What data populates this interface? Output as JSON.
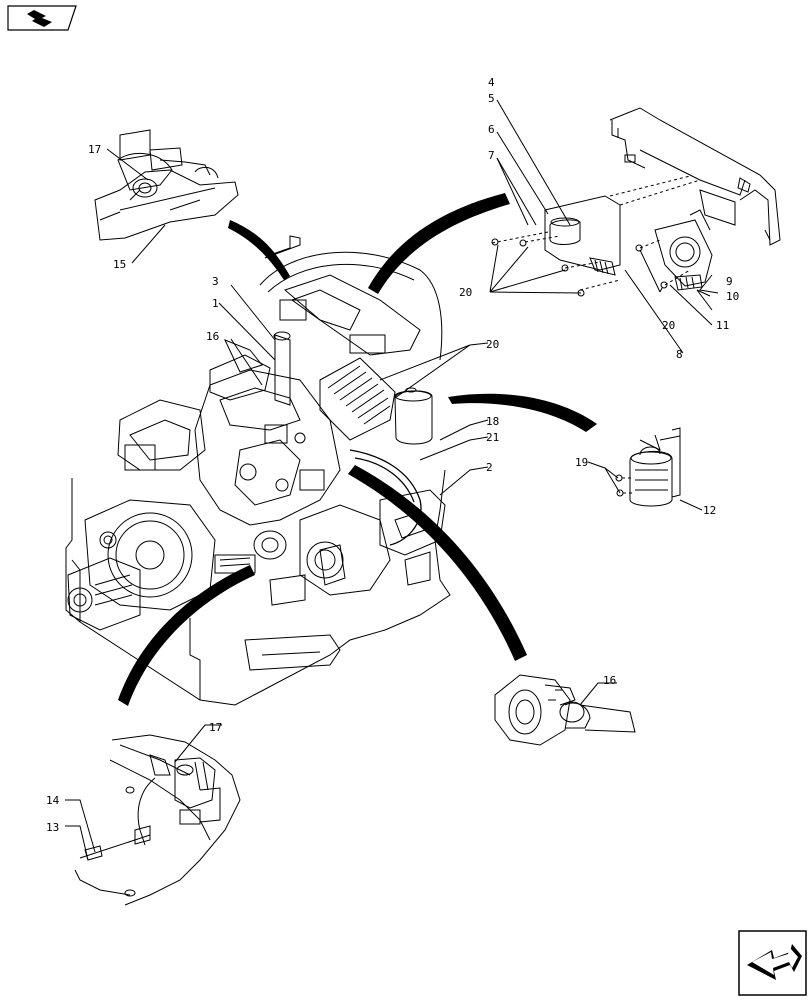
{
  "callouts": {
    "c1": "1",
    "c2": "2",
    "c3": "3",
    "c4": "4",
    "c5": "5",
    "c6": "6",
    "c7": "7",
    "c8": "8",
    "c9": "9",
    "c10": "10",
    "c11": "11",
    "c12": "12",
    "c13": "13",
    "c14": "14",
    "c15": "15",
    "c16a": "16",
    "c16b": "16",
    "c17a": "17",
    "c17b": "17",
    "c18": "18",
    "c19": "19",
    "c20a": "20",
    "c20b": "20",
    "c20c": "20",
    "c21": "21"
  },
  "icons": {
    "top_left": "navigation-arrow-icon",
    "bottom_right": "navigation-arrow-icon"
  }
}
